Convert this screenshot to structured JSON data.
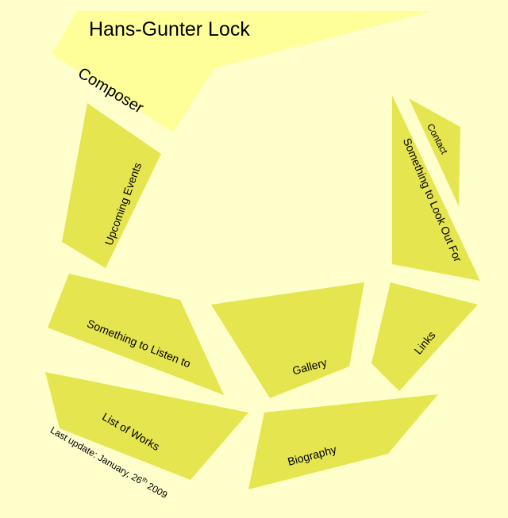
{
  "header": {
    "title": "Hans-Gunter Lock",
    "subtitle": "Composer"
  },
  "nav": {
    "upcoming_events": "Upcoming Events",
    "contact": "Contact",
    "something_to_look_out_for": "Something to Look Out For",
    "something_to_listen_to": "Something to Listen to",
    "gallery": "Gallery",
    "links": "Links",
    "list_of_works": "List of Works",
    "biography": "Biography"
  },
  "footer": {
    "last_update_prefix": "Last update: January, 26",
    "last_update_suffix": "th",
    "last_update_year": " 2009"
  },
  "colors": {
    "background": "#ffffcc",
    "header_shape": "#ffff99",
    "nav_shape": "#e5e550"
  }
}
